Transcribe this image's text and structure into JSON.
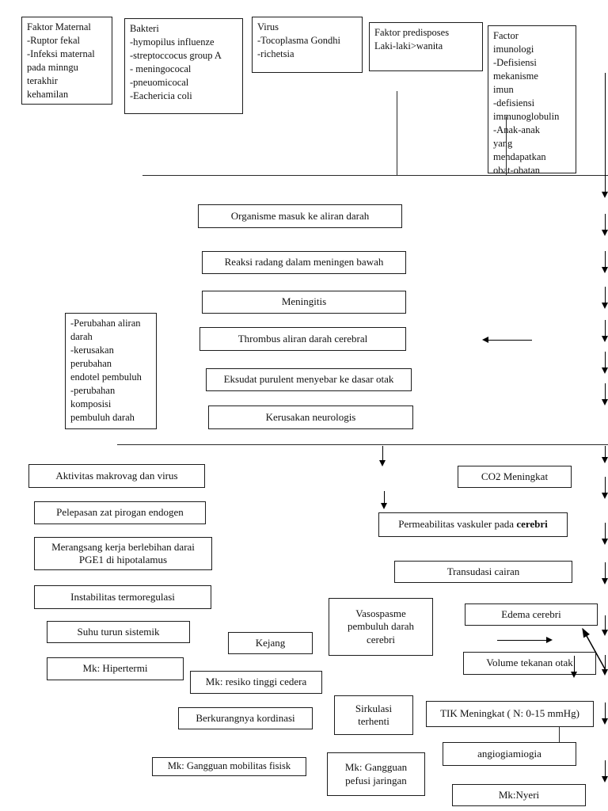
{
  "diagram": {
    "boxes": {
      "faktor_maternal": "Faktor Maternal\n-Ruptor fekal\n-Infeksi maternal\npada minngu\nterakhir\nkehamilan",
      "bakteri": "Bakteri\n-hymopilus influenze\n-streptoccocus group A\n- meningococal\n-pneuomicocal\n-Eachericia coli",
      "virus": "Virus\n-Tocoplasma Gondhi\n-richetsia",
      "faktor_predisposes": "Faktor predisposes\nLaki-laki>wanita",
      "factor_imunologi": "Factor\nimunologi\n-Defisiensi\nmekanisme\nimun\n-defisiensi\nimmunoglobulin\n-Anak-anak\nyang\nmendapatkan\nobat-obatan",
      "organisme": "Organisme masuk ke aliran darah",
      "reaksi": "Reaksi radang dalam meningen bawah",
      "meningitis": "Meningitis",
      "thrombus": "Thrombus aliran darah cerebral",
      "eksudat": "Eksudat purulent menyebar ke dasar otak",
      "kerusakan": "Kerusakan neurologis",
      "perubahan": "-Perubahan aliran\ndarah\n-kerusakan\nperubahan\nendotel pembuluh\n-perubahan\nkomposisi\npembuluh darah",
      "aktivitas": "Aktivitas makrovag dan virus",
      "pelepasan": "Pelepasan zat pirogan endogen",
      "merangsang": "Merangsang kerja berlebihan darai\nPGE1 di hipotalamus",
      "instabilitas": "Instabilitas termoregulasi",
      "suhu": "Suhu turun sistemik",
      "hipertermi": "Mk: Hipertermi",
      "kejang": "Kejang",
      "resiko": "Mk: resiko tinggi cedera",
      "berkurang": "Berkurangnya kordinasi",
      "sirkulasi": "Sirkulasi\nterhenti",
      "mobilitas": "Mk: Gangguan mobilitas fisisk",
      "pefusi": "Mk: Gangguan\npefusi jaringan",
      "vasospasme": "Vasospasme\npembuluh darah\ncerebri",
      "co2": "CO2 Meningkat",
      "permeabilitas_prefix": "Permeabilitas vaskuler pada ",
      "permeabilitas_bold": "cerebri",
      "transudasi": "Transudasi cairan",
      "edema": "Edema cerebri",
      "volume": "Volume tekanan otak",
      "tik": "TIK Meningkat ( N: 0-15 mmHg)",
      "angio": "angiogiamiogia",
      "nyeri": "Mk:Nyeri"
    }
  }
}
